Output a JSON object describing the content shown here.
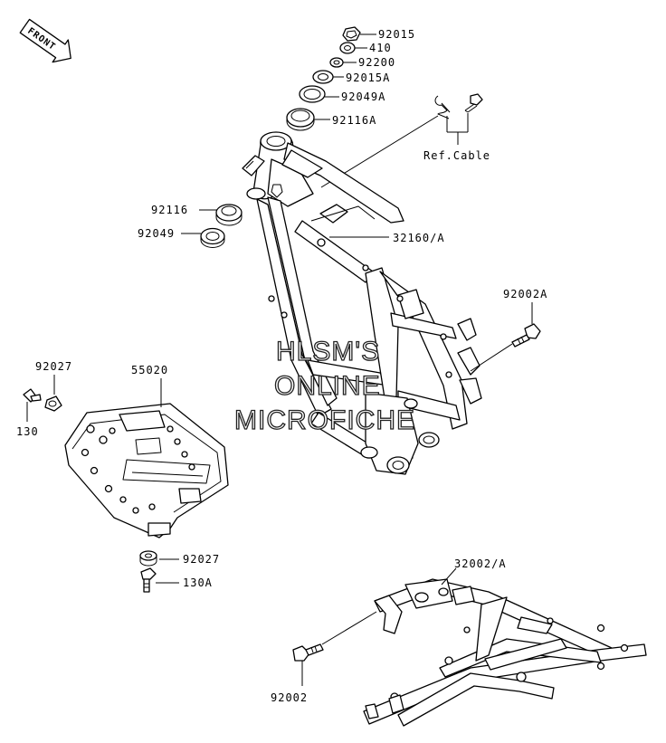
{
  "watermark": {
    "line1": "HLSM'S",
    "line2": "ONLINE",
    "line3": "MICROFICHE"
  },
  "front_badge": "FRONT",
  "ref_cable": "Ref.Cable",
  "labels": {
    "p92015": "92015",
    "p410": "410",
    "p92200": "92200",
    "p92015A": "92015A",
    "p92049A": "92049A",
    "p92116A": "92116A",
    "p92116": "92116",
    "p92049": "92049",
    "p32160A": "32160/A",
    "p92002A": "92002A",
    "p92027_top": "92027",
    "p130": "130",
    "p55020": "55020",
    "p92027_bottom": "92027",
    "p130A": "130A",
    "p32002A": "32002/A",
    "p92002": "92002"
  }
}
